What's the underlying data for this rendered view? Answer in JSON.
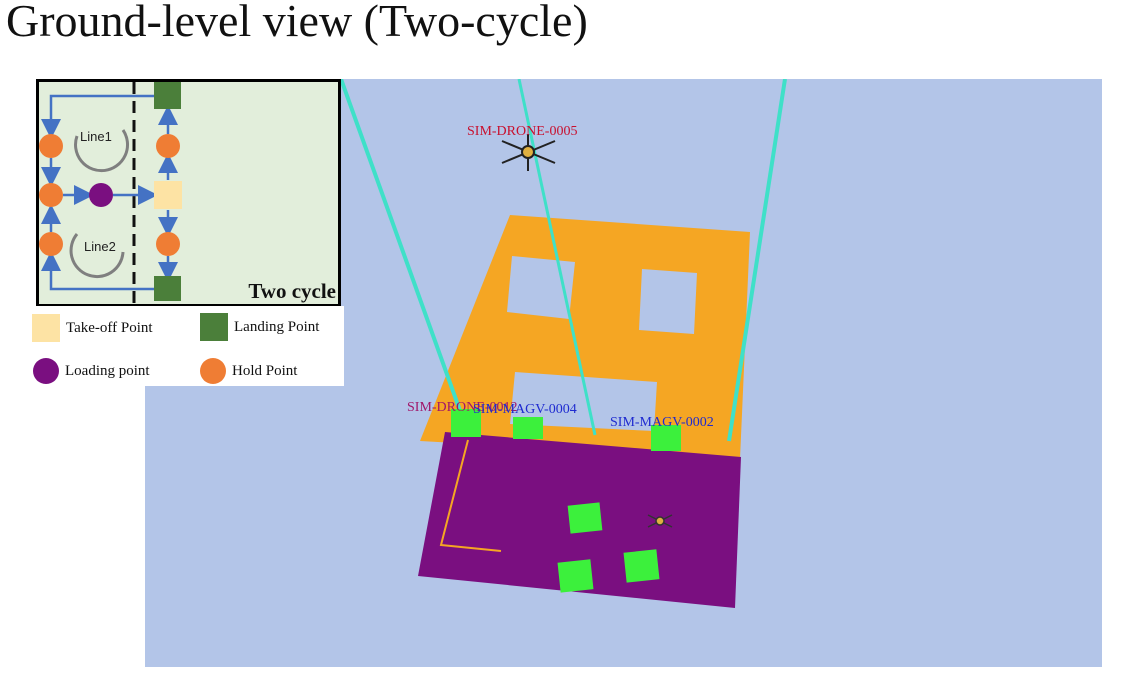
{
  "page": {
    "title": "Ground-level view (Two-cycle)"
  },
  "inset": {
    "title": "Two cycle",
    "loop1": "Line1",
    "loop2": "Line2",
    "legend": {
      "takeoff": "Take-off Point",
      "landing": "Landing Point",
      "loading": "Loading point",
      "hold": "Hold Point"
    }
  },
  "sim": {
    "labels": {
      "drone_top": "SIM-DRONE-0005",
      "drone_left": "SIM-DRONE-0012",
      "magv_left": "SIM-MAGV-0004",
      "magv_right": "SIM-MAGV-0002"
    }
  },
  "colors": {
    "sky": "#b3c5e8",
    "building": "#f5a623",
    "platform": "#7a0f80",
    "pad": "#3cf03c",
    "beam": "#3fe0c8",
    "takeoff": "#fde3a4",
    "landing": "#4b7f3a",
    "loading": "#7a0f80",
    "hold": "#ef7d34",
    "arrow": "#4472c4"
  }
}
